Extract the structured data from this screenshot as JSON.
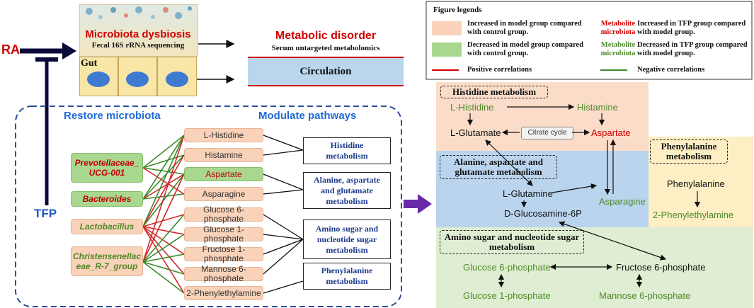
{
  "top": {
    "ra": "RA",
    "tfp": "TFP",
    "microbiota_title": "Microbiota dysbiosis",
    "fecal": "Fecal 16S rRNA sequencing",
    "gut": "Gut",
    "metabolic_title": "Metabolic disorder",
    "serum": "Serum untargeted metabolomics",
    "circulation": "Circulation"
  },
  "restore": {
    "left_title": "Restore microbiota",
    "right_title": "Modulate pathways",
    "bacteria": [
      {
        "label": "Prevotellaceae_ UCG-001"
      },
      {
        "label": "Bacteroides"
      },
      {
        "label": "Lactobacillus"
      },
      {
        "label": "Christensenellac eae_R-7_group"
      }
    ],
    "metabolites": [
      "L-Histidine",
      "Histamine",
      "Aspartate",
      "Asparagine",
      "Glucose 6-phosphate",
      "Glucose 1-phosphate",
      "Fructose 1-phosphate",
      "Mannose 6-phosphate",
      "2-Phenylethylamine"
    ],
    "pathways": [
      "Histidine metabolism",
      "Alanine, aspartate and glutamate metabolism",
      "Amino sugar and nucleotide sugar metabolism",
      "Phenylalanine metabolism"
    ]
  },
  "legend": {
    "title": "Figure legends",
    "inc_model": "Increased in model group compared with control group.",
    "dec_model": "Decreased in model group compared with control group.",
    "met_red": "Metabolite microbiota",
    "inc_tfp": "Increased in TFP group compared with model group.",
    "met_green": "Metabolite microbiota",
    "dec_tfp": "Decreased in TFP group compared with model group.",
    "pos": "Positive correlations",
    "neg": "Negative correlations"
  },
  "network": {
    "histidine_title": "Histidine metabolism",
    "alanine_title": "Alanine, aspartate and glutamate metabolism",
    "phenyl_title": "Phenylalanine metabolism",
    "amino_title": "Amino sugar and nucleotide sugar metabolism",
    "l_histidine": "L-Histidine",
    "histamine": "Histamine",
    "l_glutamate": "L-Glutamate",
    "citrate": "Citrate cycle",
    "aspartate": "Aspartate",
    "l_glutamine": "L-Glutamine",
    "asparagine": "Asparagine",
    "d_glucosamine": "D-Glucosamine-6P",
    "phenylalanine": "Phenylalanine",
    "phenylethylamine": "2-Phenylethylamine",
    "glucose6p": "Glucose 6-phosphate",
    "fructose6p": "Fructose 6-phosphate",
    "glucose1p": "Glucose 1-phosphate",
    "mannose6p": "Mannose 6-phosphate"
  },
  "colors": {
    "inc": "#f9d2b9",
    "dec": "#a9d78f",
    "red": "#d10000",
    "green": "#4f8a2a",
    "blue_title": "#1f6bd6",
    "arrow_purple": "#6a2aa8"
  }
}
